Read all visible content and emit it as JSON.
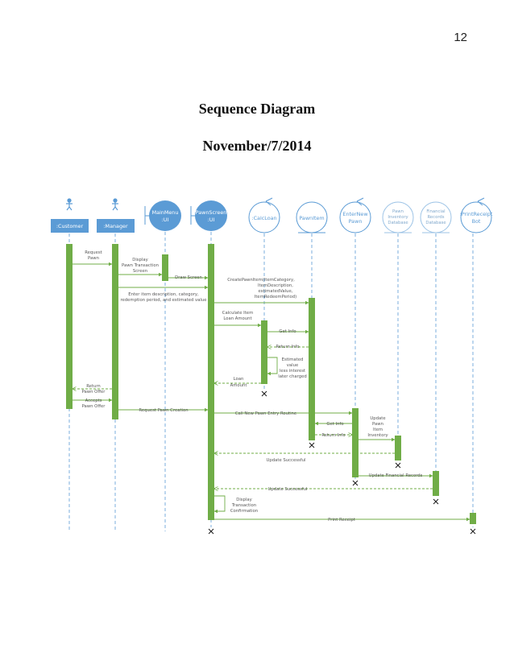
{
  "page": {
    "number": "12"
  },
  "title": "Sequence Diagram",
  "date": "November/7/2014",
  "colors": {
    "actor_box": "#5b9bd5",
    "boundary": "#5b9bd5",
    "activation": "#70ad47",
    "lifeline": "#5b9bd5",
    "message": "#70ad47"
  },
  "participants": [
    {
      "id": "customer",
      "name": ":Customer",
      "kind": "actor"
    },
    {
      "id": "manager",
      "name": ":Manager",
      "kind": "actor"
    },
    {
      "id": "mainmenu",
      "name": "MainMenu :UI",
      "kind": "boundary-box"
    },
    {
      "id": "pawnscreen",
      "name": "PawnScreen :UI",
      "kind": "boundary-box"
    },
    {
      "id": "calcloan",
      "name": ":CalcLoan",
      "kind": "control"
    },
    {
      "id": "pawnitem",
      "name": "PawnItem",
      "kind": "entity"
    },
    {
      "id": "enternewpawn",
      "name": "EnterNew Pawn",
      "kind": "control"
    },
    {
      "id": "inventorydb",
      "name": "Pawn Inventory Database",
      "kind": "entity-ghost"
    },
    {
      "id": "financialdb",
      "name": "Financial Records Database",
      "kind": "entity-ghost"
    },
    {
      "id": "printreceipt",
      "name": ":PrintReceipt Bot",
      "kind": "control"
    }
  ],
  "messages": [
    "Request Pawn",
    "Display Pawn Transaction Screen",
    "Draw Screen",
    "Enter item description, category, redemption period, and estimated value",
    "CreatePawnItem(ItemCategory, ItemDescription, estimatedValue, ItemRedeemPeriod)",
    "Calculate Item Loan Amount",
    "Get Info",
    "Return Info",
    "Estimated value less interest later charged",
    "Loan Amount",
    "Return Pawn Offer",
    "Accepts Pawn Offer",
    "Request Pawn Creation",
    "Call New Pawn Entry Routine",
    "Get Info",
    "Return Info",
    "Update Pawn Item Inventory",
    "Update Successful",
    "Update Financial Records",
    "Update Successful",
    "Display Transaction Confirmation",
    "Print Receipt"
  ]
}
